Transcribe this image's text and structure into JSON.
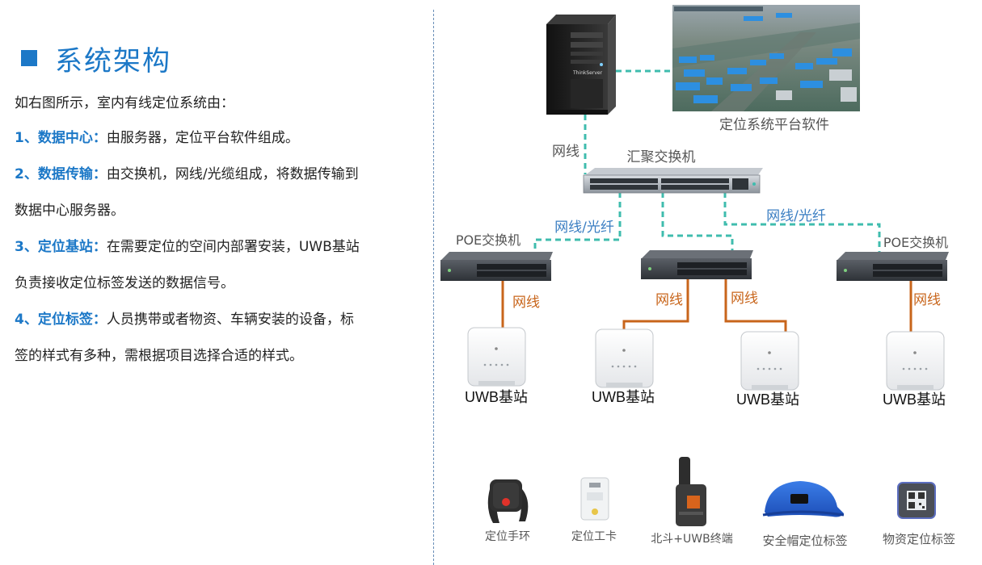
{
  "title": "系统架构",
  "intro": "如右图所示，室内有线定位系统由：",
  "items": [
    {
      "key": "1、数据中心：",
      "text": "由服务器，定位平台软件组成。"
    },
    {
      "key": "2、数据传输：",
      "text": "由交换机，网线/光缆组成，将数据传输到"
    },
    {
      "cont": "数据中心服务器。"
    },
    {
      "key": "3、定位基站：",
      "text": "在需要定位的空间内部署安装，UWB基站"
    },
    {
      "cont": "负责接收定位标签发送的数据信号。"
    },
    {
      "key": "4、定位标签：",
      "text": "人员携带或者物资、车辆安装的设备，标"
    },
    {
      "cont": "签的样式有多种，需根据项目选择合适的样式。"
    }
  ],
  "diagram": {
    "server_brand": "ThinkServer",
    "software_label": "定位系统平台软件",
    "cable_label": "网线",
    "core_switch_label": "汇聚交换机",
    "link_label_left": "网线/光纤",
    "link_label_right": "网线/光纤",
    "poe_switch_left": "POE交换机",
    "poe_switch_right": "POE交换机",
    "cable_labels": [
      "网线",
      "网线",
      "网线",
      "网线"
    ],
    "base_station_labels": [
      "UWB基站",
      "UWB基站",
      "UWB基站",
      "UWB基站"
    ],
    "tags": [
      "定位手环",
      "定位工卡",
      "北斗+UWB终端",
      "安全帽定位标签",
      "物资定位标签"
    ]
  },
  "colors": {
    "accent": "#1c78c7",
    "dashed_link": "#3fbcae",
    "cable": "#c8651b"
  }
}
